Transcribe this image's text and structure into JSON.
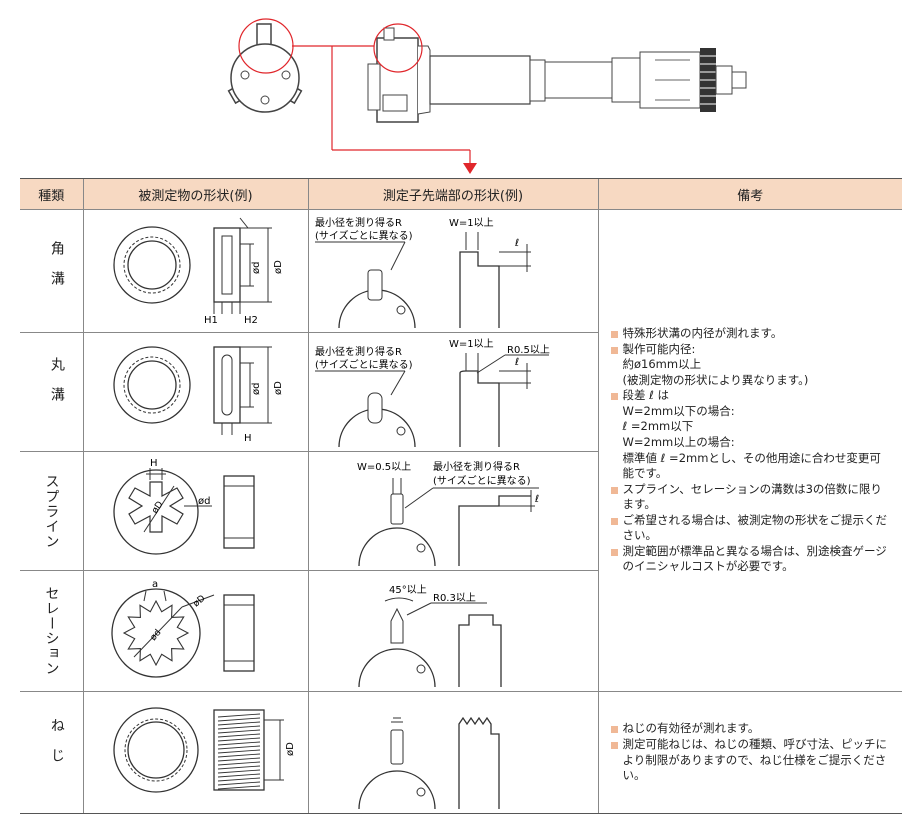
{
  "table": {
    "headers": [
      "種類",
      "被測定物の形状(例)",
      "測定子先端部の形状(例)",
      "備考"
    ],
    "rows": [
      {
        "kind": "角溝",
        "workpiece_labels": [
          "H1",
          "H2",
          "ød",
          "øD"
        ],
        "tip_labels": [
          "最小径を測り得るR",
          "(サイズごとに異なる)",
          "W=1以上",
          "ℓ"
        ]
      },
      {
        "kind": "丸溝",
        "workpiece_labels": [
          "H",
          "ød",
          "øD"
        ],
        "tip_labels": [
          "最小径を測り得るR",
          "(サイズごとに異なる)",
          "W=1以上",
          "R0.5以上",
          "ℓ"
        ]
      },
      {
        "kind": "スプライン",
        "workpiece_labels": [
          "H",
          "øD",
          "ød"
        ],
        "tip_labels": [
          "W=0.5以上",
          "最小径を測り得るR",
          "(サイズごとに異なる)",
          "ℓ"
        ]
      },
      {
        "kind": "セレーション",
        "workpiece_labels": [
          "a",
          "øD",
          "ød"
        ],
        "tip_labels": [
          "45°以上",
          "R0.3以上"
        ]
      },
      {
        "kind": "ねじ",
        "workpiece_labels": [
          "øD"
        ],
        "tip_labels": []
      }
    ],
    "remarks_1": [
      {
        "lines": [
          "特殊形状溝の内径が測れます。"
        ]
      },
      {
        "lines": [
          "製作可能内径:",
          "約ø16mm以上",
          "(被測定物の形状により異なります。)"
        ]
      },
      {
        "lines": [
          "段差 ℓ は",
          "W=2mm以下の場合:",
          "ℓ =2mm以下",
          "W=2mm以上の場合:",
          "標準値 ℓ =2mmとし、その他用途に合わせ変更可能です。"
        ]
      },
      {
        "lines": [
          "スプライン、セレーションの溝数は3の倍数に限ります。"
        ]
      },
      {
        "lines": [
          "ご希望される場合は、被測定物の形状をご提示ください。"
        ]
      },
      {
        "lines": [
          "測定範囲が標準品と異なる場合は、別途検査ゲージのイニシャルコストが必要です。"
        ]
      }
    ],
    "remarks_2": [
      {
        "lines": [
          "ねじの有効径が測れます。"
        ]
      },
      {
        "lines": [
          "測定可能ねじは、ねじの種類、呼び寸法、ピッチにより制限がありますので、ねじ仕様をご提示ください。"
        ]
      }
    ]
  },
  "colors": {
    "header_bg": "#f7d9c2",
    "accent_red": "#e0262b",
    "bullet": "#f0b896"
  }
}
